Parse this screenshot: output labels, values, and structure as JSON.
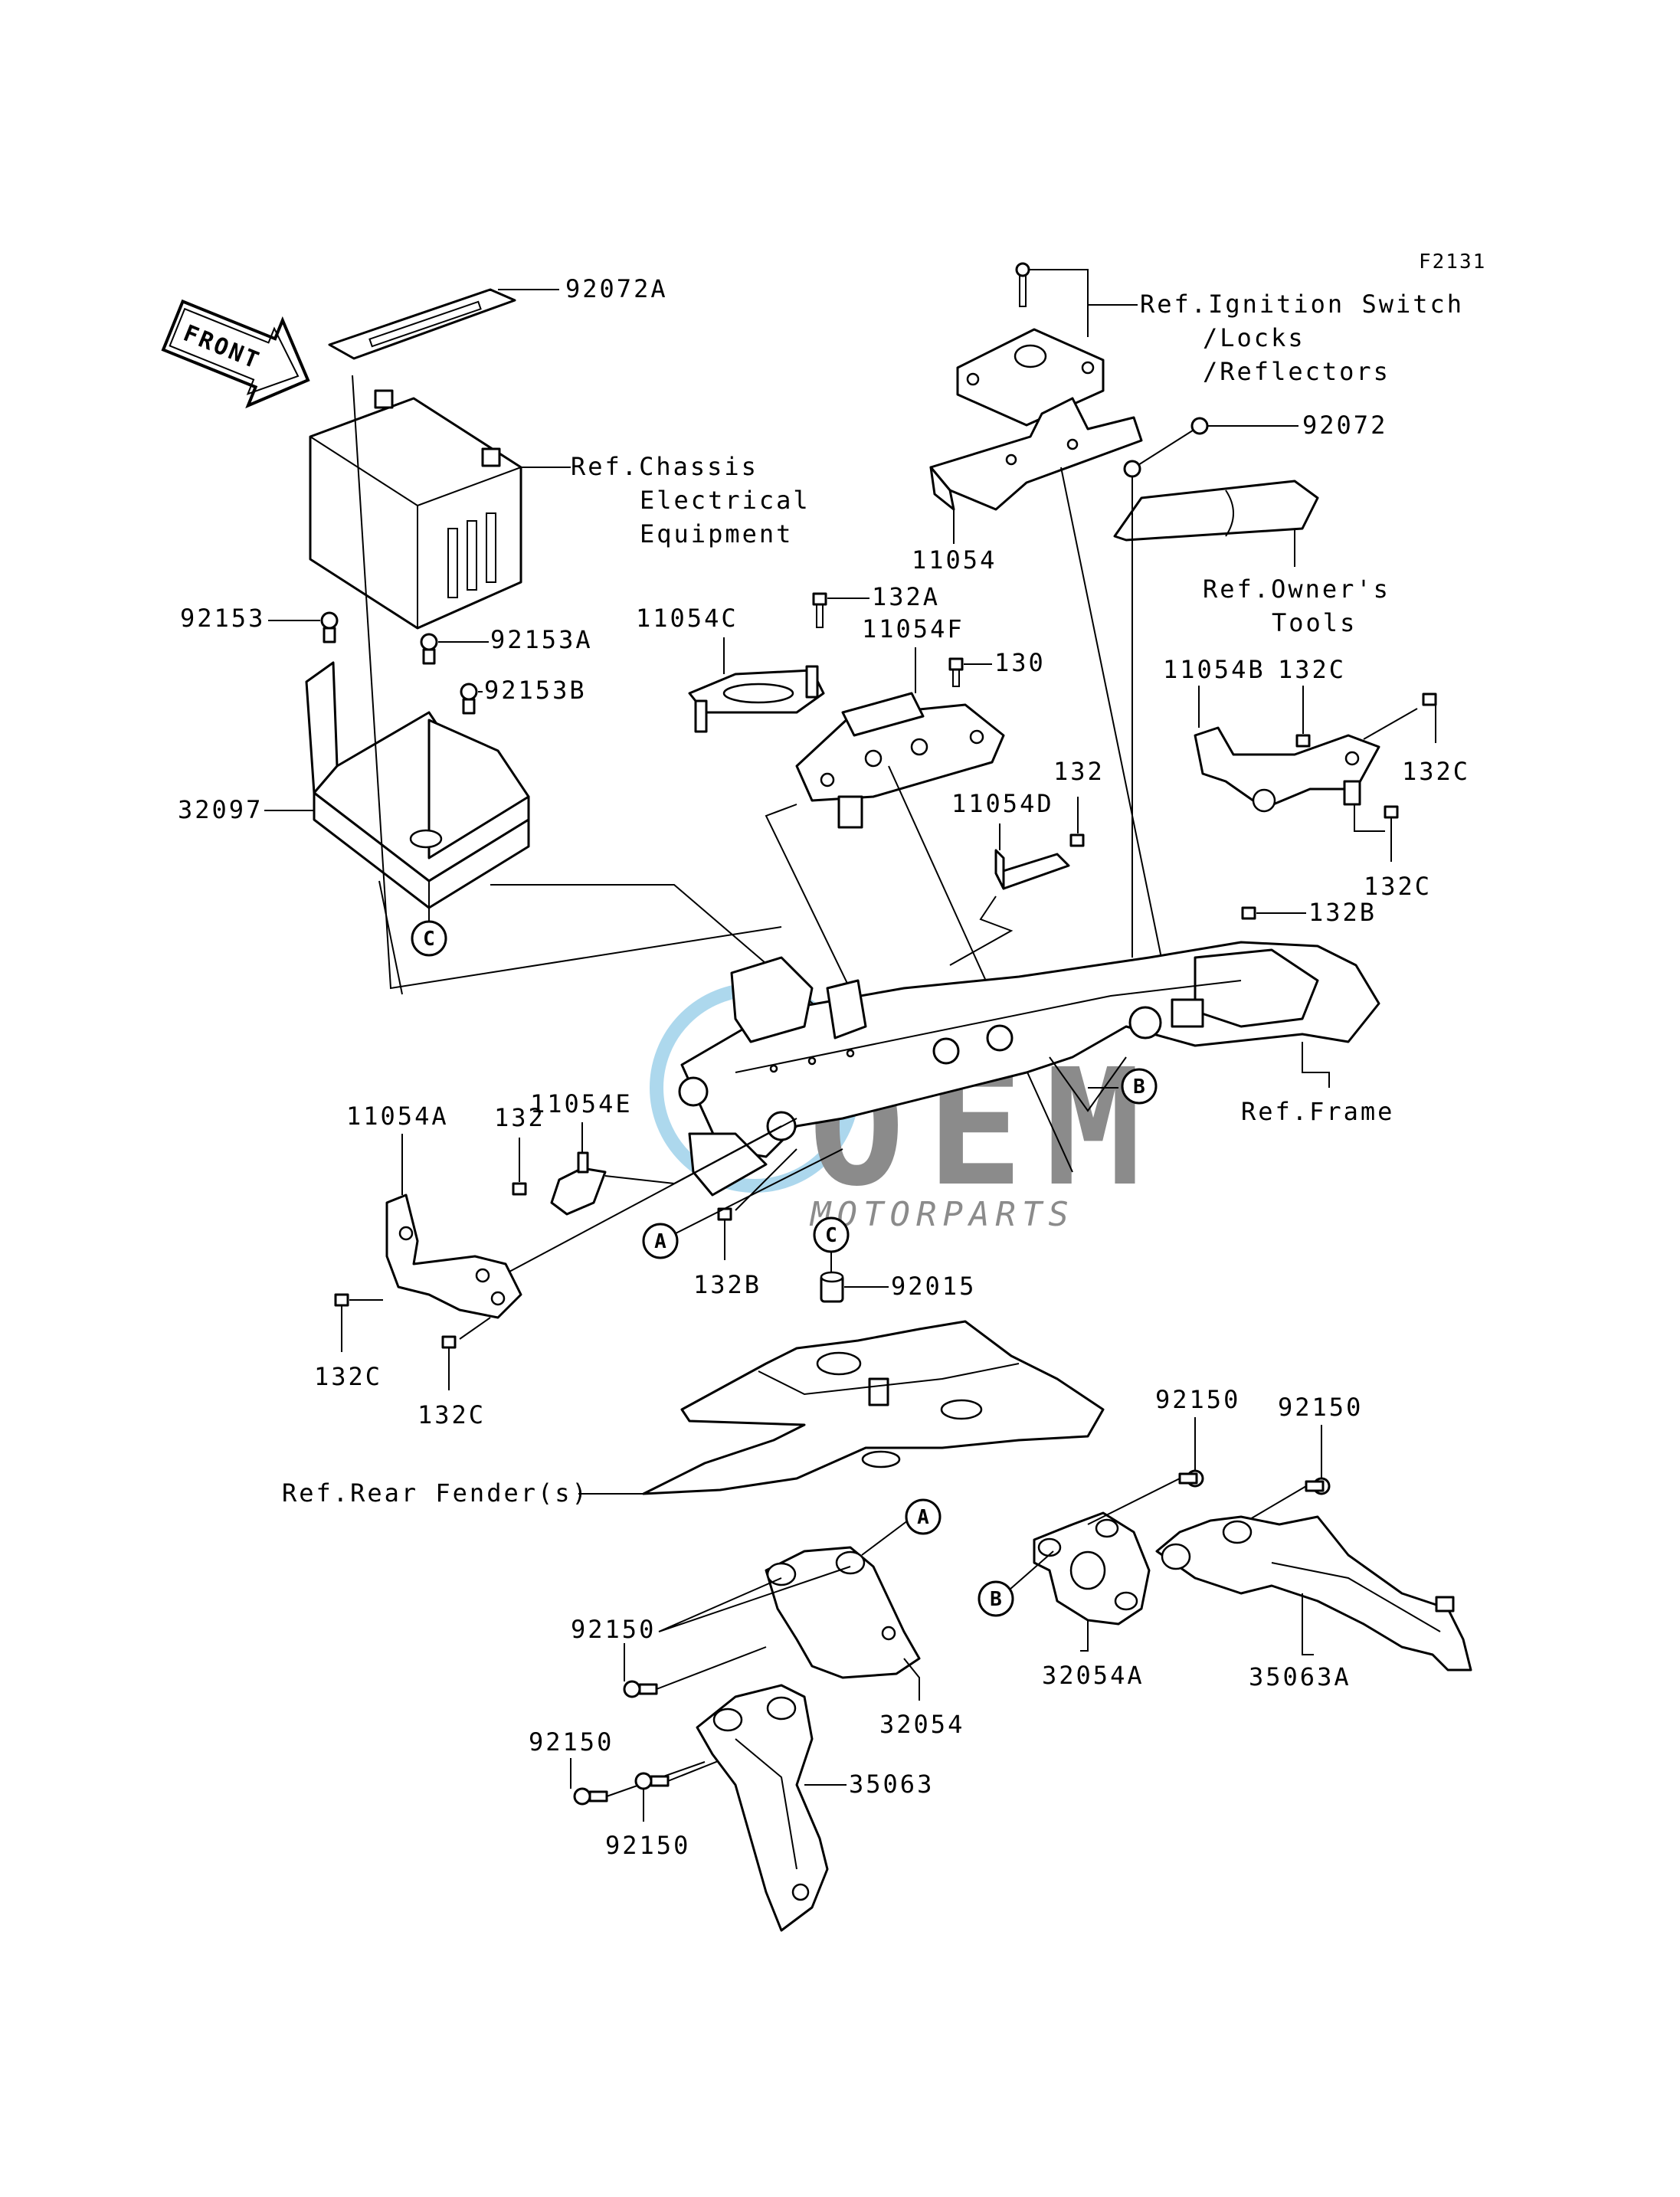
{
  "diagram_code": "F2131",
  "front_arrow_text": "FRONT",
  "watermark": {
    "brand": "OEM",
    "subtitle": "MOTORPARTS",
    "color": "#4aa8d8"
  },
  "labels": {
    "p92072A": "92072A",
    "ref_chassis": [
      "Ref.Chassis",
      "Electrical",
      "Equipment"
    ],
    "ref_ignition": [
      "Ref.Ignition Switch",
      "/Locks",
      "/Reflectors"
    ],
    "p92072": "92072",
    "ref_tools": [
      "Ref.Owner's",
      "Tools"
    ],
    "p11054": "11054",
    "p92153": "92153",
    "p92153A": "92153A",
    "p92153B": "92153B",
    "p11054C": "11054C",
    "p132A": "132A",
    "p11054F": "11054F",
    "p130": "130",
    "p11054B": "11054B",
    "p132C_a": "132C",
    "p132C_b": "132C",
    "p132C_c": "132C",
    "p32097": "32097",
    "p132_a": "132",
    "p11054D": "11054D",
    "p132B_a": "132B",
    "ref_frame": "Ref.Frame",
    "p11054E": "11054E",
    "p11054A": "11054A",
    "p132_b": "132",
    "p132B_b": "132B",
    "p92015": "92015",
    "p132C_d": "132C",
    "p132C_e": "132C",
    "p92150_a": "92150",
    "p92150_b": "92150",
    "ref_fender": "Ref.Rear Fender(s)",
    "p92150_c": "92150",
    "p92150_d": "92150",
    "p92150_e": "92150",
    "p32054": "32054",
    "p35063": "35063",
    "p32054A": "32054A",
    "p35063A": "35063A"
  },
  "callouts": {
    "c_top": "C",
    "c_mid": "C",
    "b_right": "B",
    "b_lower": "B",
    "a_mid": "A",
    "a_lower": "A"
  }
}
